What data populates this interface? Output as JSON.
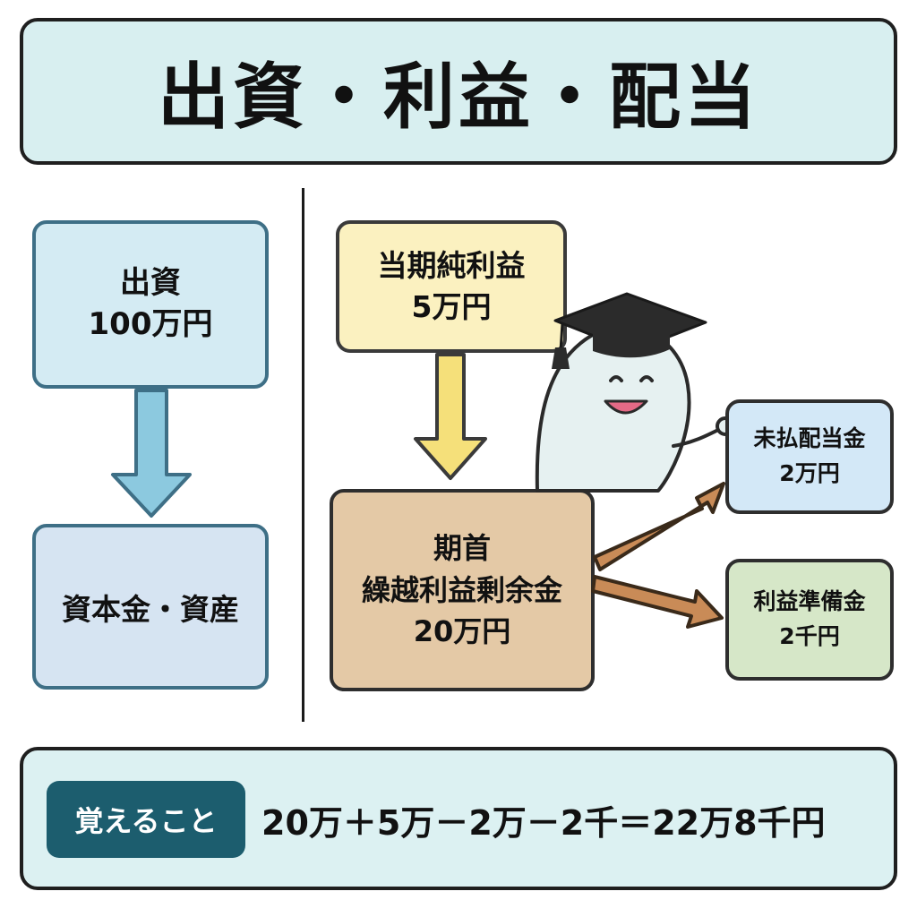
{
  "title": "出資・利益・配当",
  "left": {
    "investment_label": "出資",
    "investment_amount": "100万円",
    "capital_label": "資本金・資産"
  },
  "right": {
    "net_income_label": "当期純利益",
    "net_income_amount": "5万円",
    "retained_label_1": "期首",
    "retained_label_2": "繰越利益剰余金",
    "retained_amount": "20万円",
    "dividend_label": "未払配当金",
    "dividend_amount": "2万円",
    "reserve_label": "利益準備金",
    "reserve_amount": "2千円"
  },
  "summary": {
    "tag": "覚えること",
    "formula": "20万＋5万－2万－2千＝22万8千円"
  },
  "icons": [
    "down-arrow-icon",
    "right-arrow-icon",
    "graduation-mascot-icon"
  ],
  "colors": {
    "title_bg": "#d8eff0",
    "investment_bg": "#d4ebf3",
    "capital_bg": "#d6e4f2",
    "net_income_bg": "#fbf1c0",
    "retained_bg": "#e4c9a6",
    "dividend_bg": "#d3e8f7",
    "reserve_bg": "#d6e7c8",
    "tag_bg": "#1c5d6e",
    "blue_arrow": "#8cc9df",
    "yellow_arrow": "#f5e07a",
    "brown_arrow": "#c98b57"
  }
}
